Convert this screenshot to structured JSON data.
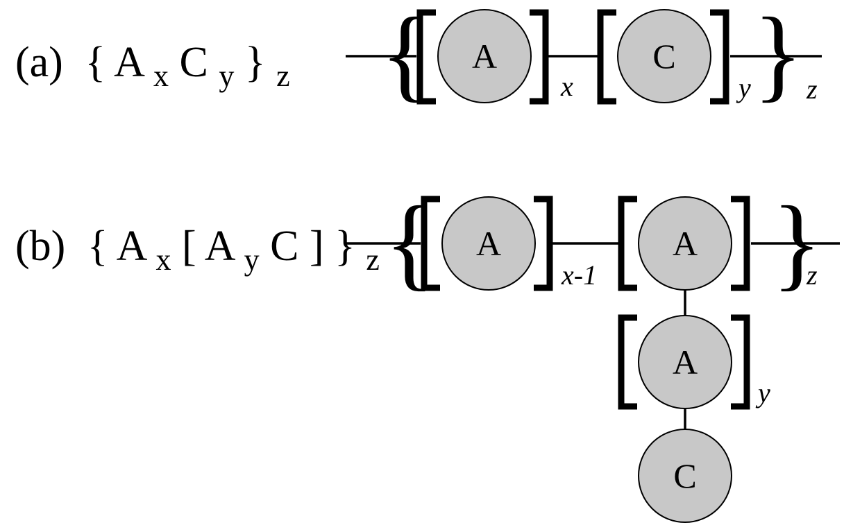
{
  "panel_a": {
    "label": "(a)",
    "formula": {
      "open": "{",
      "m1": "A",
      "s1": "x",
      "m2": "C",
      "s2": "y",
      "close": "}",
      "s3": "z"
    },
    "nodes": [
      "A",
      "C"
    ],
    "indices": [
      "x",
      "y",
      "z"
    ]
  },
  "panel_b": {
    "label": "(b)",
    "formula": {
      "open": "{",
      "m1": "A",
      "s1": "x",
      "ob": "[",
      "m2": "A",
      "s2": "y",
      "m3": "C",
      "cb": "]",
      "close": "}",
      "s3": "z"
    },
    "nodes": [
      "A",
      "A",
      "A",
      "C"
    ],
    "indices": [
      "x-1",
      "z",
      "y"
    ]
  },
  "colors": {
    "node_fill": "#c8c8c8",
    "stroke": "#000000",
    "background": "#ffffff"
  }
}
